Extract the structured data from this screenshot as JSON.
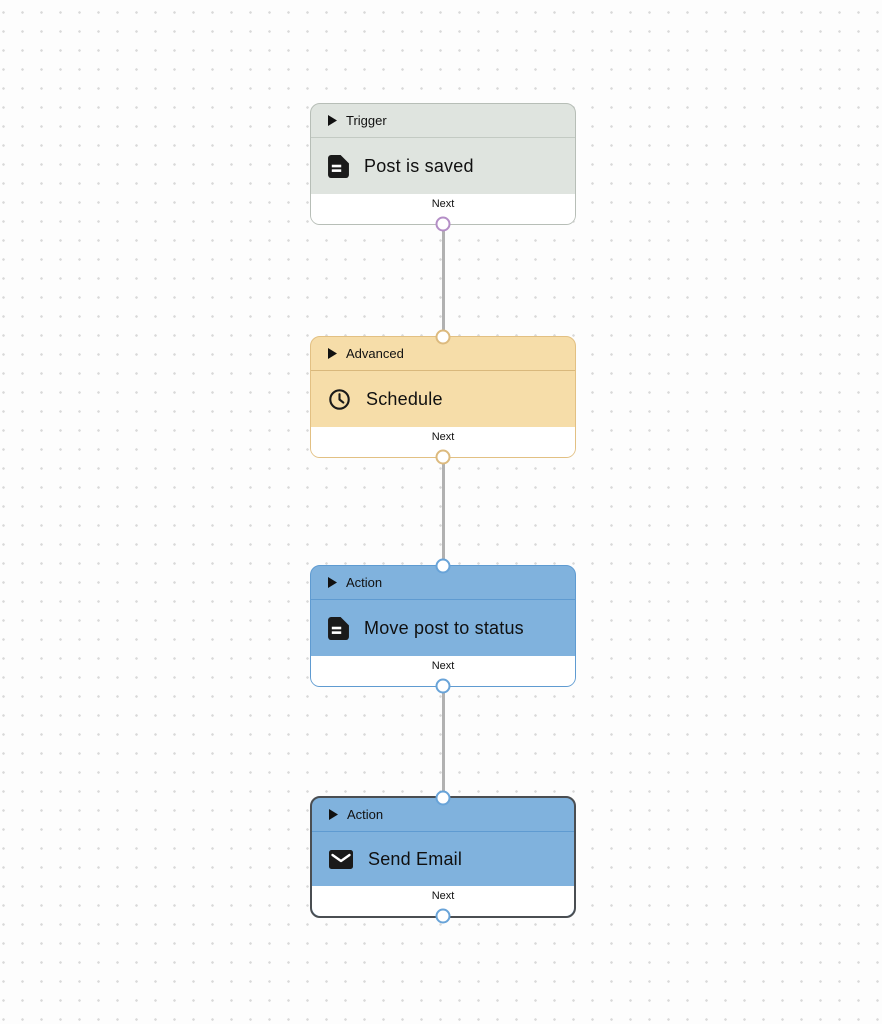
{
  "canvas": {
    "background_color": "#fdfdfd",
    "dot_color": "#d9d9d9",
    "connector_color": "#b1b1b1"
  },
  "nodes": [
    {
      "category": "Trigger",
      "title": "Post is saved",
      "icon": "document-icon",
      "footer_label": "Next",
      "selected": false,
      "has_input_port": false,
      "has_output_port": true,
      "colors": {
        "bg": "#dfe4df",
        "border": "#b7beb7",
        "divider": "#c3cac3",
        "portOut": "#b48ec6"
      }
    },
    {
      "category": "Advanced",
      "title": "Schedule",
      "icon": "clock-icon",
      "footer_label": "Next",
      "selected": false,
      "has_input_port": true,
      "has_output_port": true,
      "colors": {
        "bg": "#f6dda9",
        "border": "#e2c083",
        "divider": "#d9b87c",
        "portIn": "#dcba7e",
        "portOut": "#dcba7e"
      }
    },
    {
      "category": "Action",
      "title": "Move post to status",
      "icon": "document-icon",
      "footer_label": "Next",
      "selected": false,
      "has_input_port": true,
      "has_output_port": true,
      "colors": {
        "bg": "#80b2dd",
        "border": "#5f9bd1",
        "divider": "#5f9bd1",
        "portIn": "#68a3d8",
        "portOut": "#68a3d8"
      }
    },
    {
      "category": "Action",
      "title": "Send Email",
      "icon": "mail-icon",
      "footer_label": "Next",
      "selected": true,
      "has_input_port": true,
      "has_output_port": true,
      "colors": {
        "bg": "#80b2dd",
        "border": "#4a4e52",
        "divider": "#5f9bd1",
        "portIn": "#68a3d8",
        "portOut": "#68a3d8"
      }
    }
  ]
}
